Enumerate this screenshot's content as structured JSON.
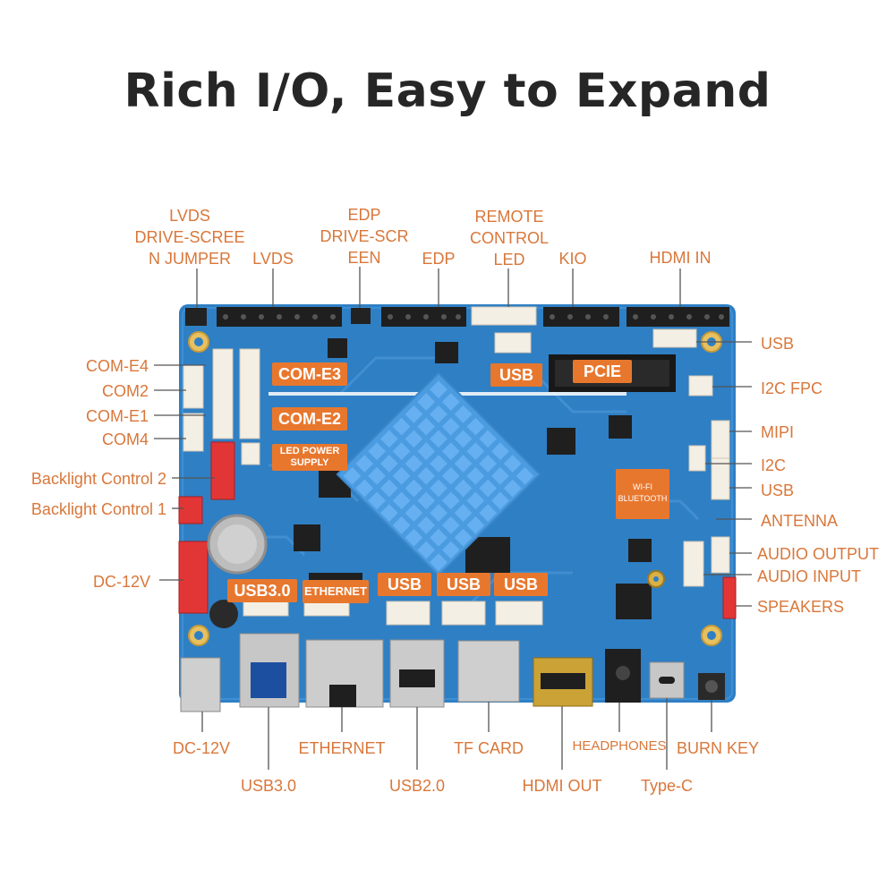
{
  "header": {
    "title": "Rich I/O, Easy to Expand"
  },
  "colors": {
    "accent": "#e8772e",
    "label": "#d9773a",
    "board": "#2f7fc4",
    "heatsink": "#4a9be0"
  },
  "top_labels": {
    "lvds_jumper": [
      "LVDS",
      "DRIVE-SCREE",
      "N JUMPER"
    ],
    "lvds": "LVDS",
    "edp_drive": [
      "EDP",
      "DRIVE-SCR",
      "EEN"
    ],
    "edp": "EDP",
    "remote": [
      "REMOTE",
      "CONTROL",
      "LED"
    ],
    "kio": "KIO",
    "hdmi_in": "HDMI IN"
  },
  "left_labels": {
    "com_e4": "COM-E4",
    "com2": "COM2",
    "com_e1": "COM-E1",
    "com4": "COM4",
    "backlight2": "Backlight Control 2",
    "backlight1": "Backlight Control 1",
    "dc12v": "DC-12V"
  },
  "right_labels": {
    "usb1": "USB",
    "i2c_fpc": "I2C FPC",
    "mipi": "MIPI",
    "i2c": "I2C",
    "usb2": "USB",
    "antenna": "ANTENNA",
    "audio_out": "AUDIO OUTPUT",
    "audio_in": "AUDIO INPUT",
    "speakers": "SPEAKERS"
  },
  "bottom_labels": {
    "dc12v": "DC-12V",
    "usb30": "USB3.0",
    "ethernet": "ETHERNET",
    "usb20": "USB2.0",
    "tf_card": "TF CARD",
    "hdmi_out": "HDMI OUT",
    "headphones": "HEADPHONES",
    "type_c": "Type-C",
    "burn_key": "BURN KEY"
  },
  "board_tags": {
    "com_e3": "COM-E3",
    "com_e2": "COM-E2",
    "led_power": [
      "LED POWER",
      "SUPPLY"
    ],
    "usb_top": "USB",
    "pcie": "PCIE",
    "usb30": "USB3.0",
    "ethernet": "ETHERNET",
    "usb_a": "USB",
    "usb_b": "USB",
    "usb_c": "USB",
    "wifi": [
      "WI-FI",
      "BLUETOOTH"
    ]
  }
}
